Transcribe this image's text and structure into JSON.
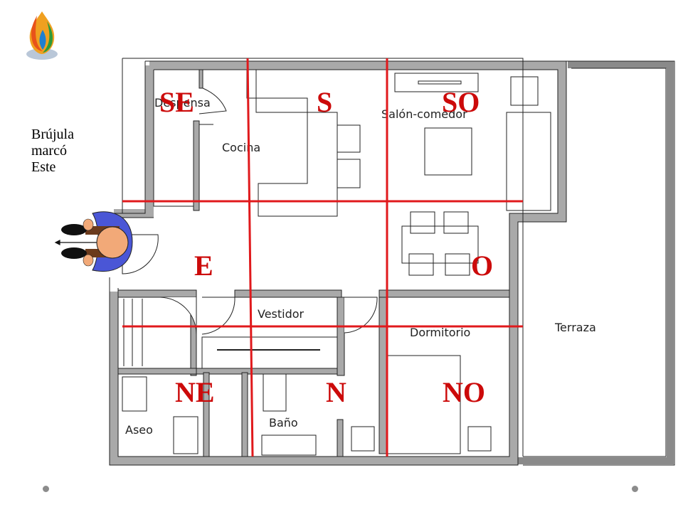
{
  "compass_note": [
    "Brújula",
    "marcó",
    "Este"
  ],
  "rooms": {
    "despensa": "Despensa",
    "cocina": "Cocina",
    "salon_comedor": "Salón-comedor",
    "vestidor": "Vestidor",
    "dormitorio": "Dormitorio",
    "terraza": "Terraza",
    "aseo": "Aseo",
    "bano": "Baño"
  },
  "directions": {
    "se": "SE",
    "s": "S",
    "so": "SO",
    "e": "E",
    "o": "O",
    "ne": "NE",
    "n": "N",
    "no": "NO"
  },
  "colors": {
    "grid_lines": "#e0191c",
    "direction_text": "#cc0a0a",
    "walls": "#a9a9a9",
    "person_shirt": "#4a56d6",
    "person_skin": "#f2a978",
    "person_pants": "#6b3a1c",
    "person_shoes": "#101010"
  },
  "icons": {
    "logo": "flame-drop-logo",
    "person": "person-top-view-icon"
  }
}
